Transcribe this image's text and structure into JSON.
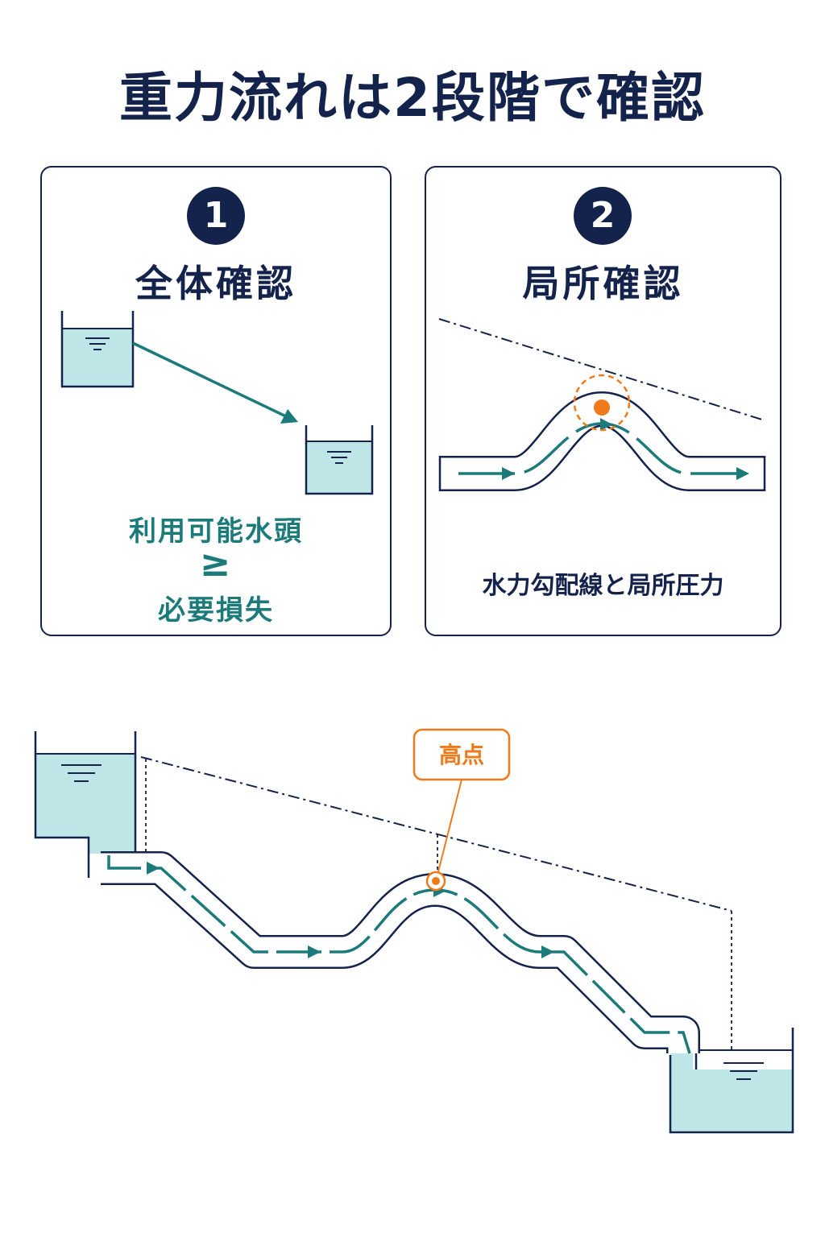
{
  "title": "重力流れは2段階で確認",
  "step1": {
    "number": "1",
    "title": "全体確認",
    "condition_top": "利用可能水頭",
    "condition_operator": "≥",
    "condition_bottom": "必要損失"
  },
  "step2": {
    "number": "2",
    "title": "局所確認",
    "caption": "水力勾配線と局所圧力"
  },
  "main_diagram": {
    "callout_label": "高点"
  },
  "colors": {
    "navy": "#14234b",
    "teal": "#1c7a7a",
    "water": "#bfe6e6",
    "orange": "#f07a1a"
  }
}
